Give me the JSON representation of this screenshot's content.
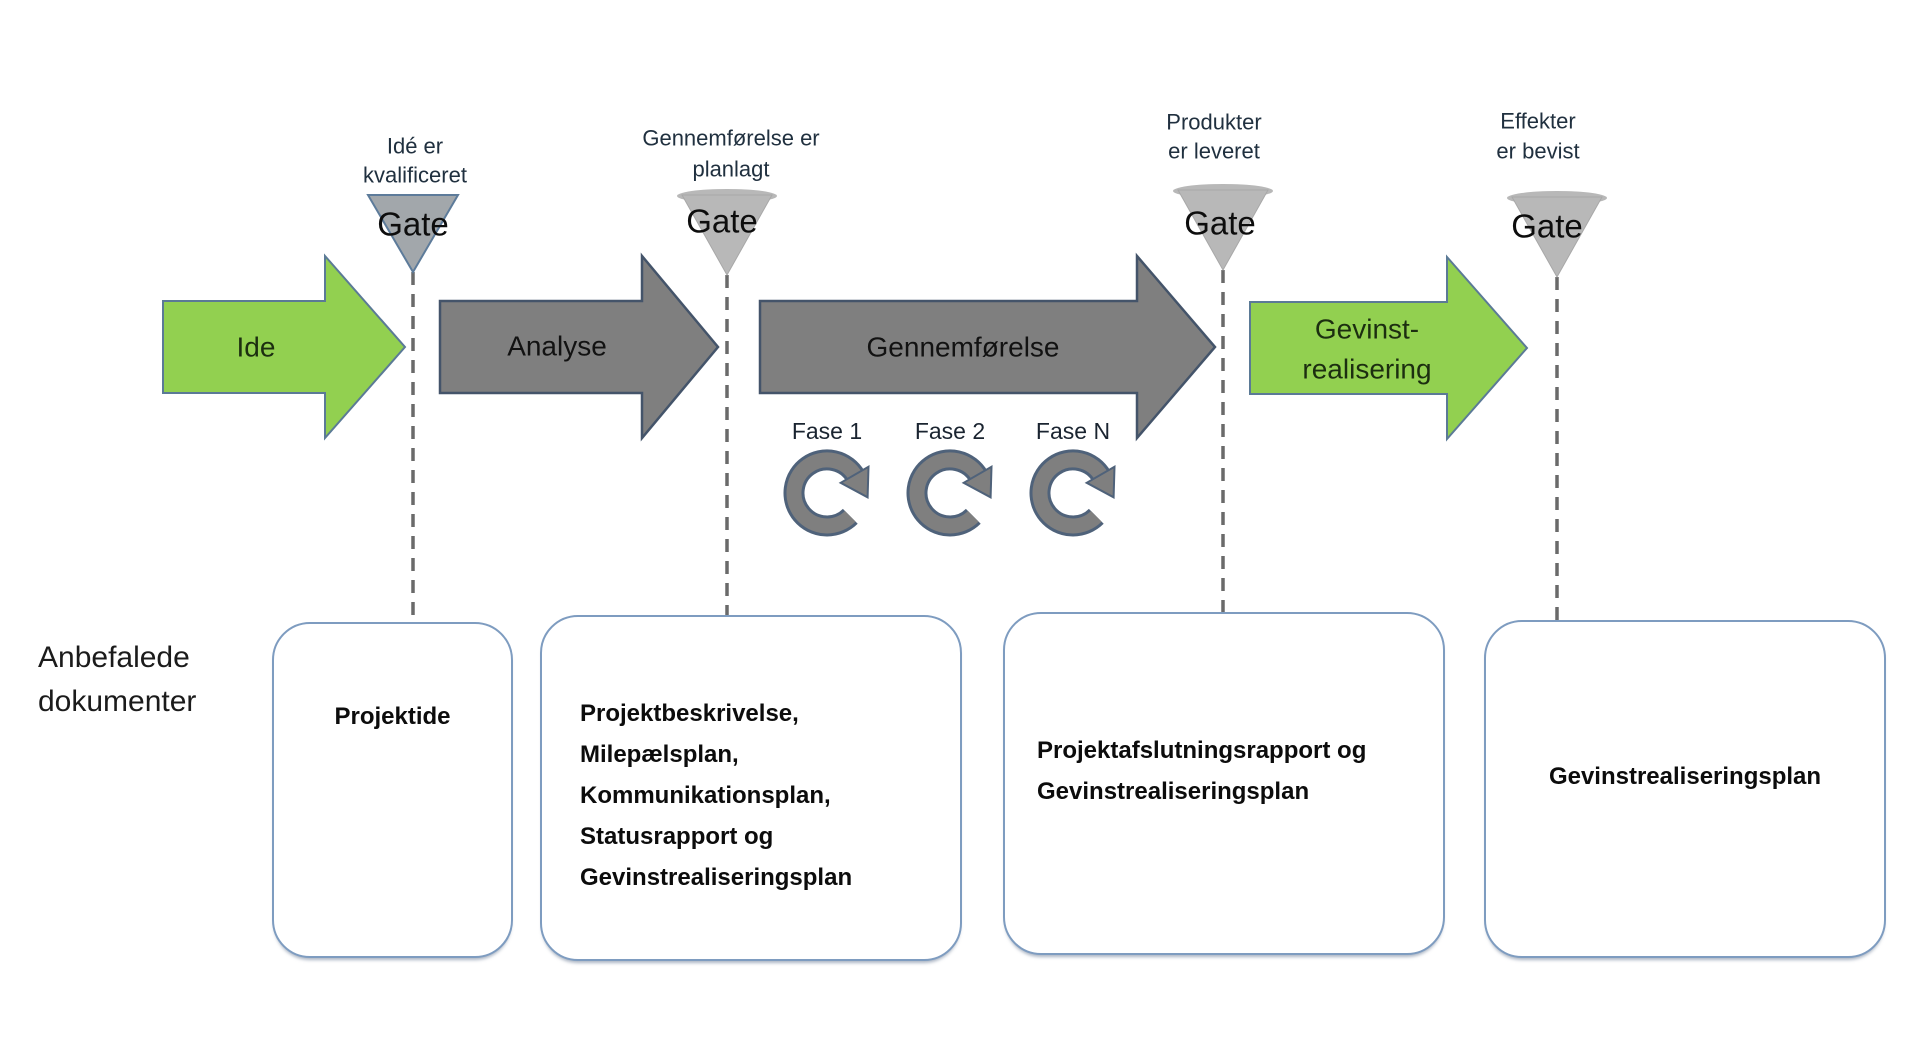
{
  "colors": {
    "phase_green": "#92d050",
    "phase_gray": "#7f7f7f",
    "gray_arrow_border": "#44546a",
    "green_arrow_border": "#5b7a96",
    "gate_primary_fill": "#a2a7ab",
    "gate_primary_border": "#5d7b9a",
    "gate_secondary_fill": "#b8b8b8",
    "dash": "#6a6a6a",
    "box_border": "#7e9cc0",
    "loop_fill": "#7f7f7f",
    "loop_border": "#4f627a"
  },
  "phases": [
    {
      "label": "Ide"
    },
    {
      "label": "Analyse"
    },
    {
      "label": "Gennemførelse"
    },
    {
      "label_line1": "Gevinst-",
      "label_line2": "realisering"
    }
  ],
  "gates": [
    {
      "milestone_line1": "Idé er",
      "milestone_line2": "kvalificeret",
      "label": "Gate"
    },
    {
      "milestone_line1": "Gennemførelse er",
      "milestone_line2": "planlagt",
      "label": "Gate"
    },
    {
      "milestone_line1": "Produkter",
      "milestone_line2": "er leveret",
      "label": "Gate"
    },
    {
      "milestone_line1": "Effekter",
      "milestone_line2": "er bevist",
      "label": "Gate"
    }
  ],
  "iterations": [
    {
      "label": "Fase 1"
    },
    {
      "label": "Fase 2"
    },
    {
      "label": "Fase N"
    }
  ],
  "documents": {
    "heading_line1": "Anbefalede",
    "heading_line2": "dokumenter",
    "boxes": [
      {
        "lines": [
          "Projektide"
        ]
      },
      {
        "lines": [
          "Projektbeskrivelse,",
          "Milepælsplan,",
          "Kommunikationsplan,",
          "Statusrapport og",
          "Gevinstrealiseringsplan"
        ]
      },
      {
        "lines": [
          "Projektafslutningsrapport og",
          "Gevinstrealiseringsplan"
        ]
      },
      {
        "lines": [
          "Gevinstrealiseringsplan"
        ]
      }
    ]
  }
}
